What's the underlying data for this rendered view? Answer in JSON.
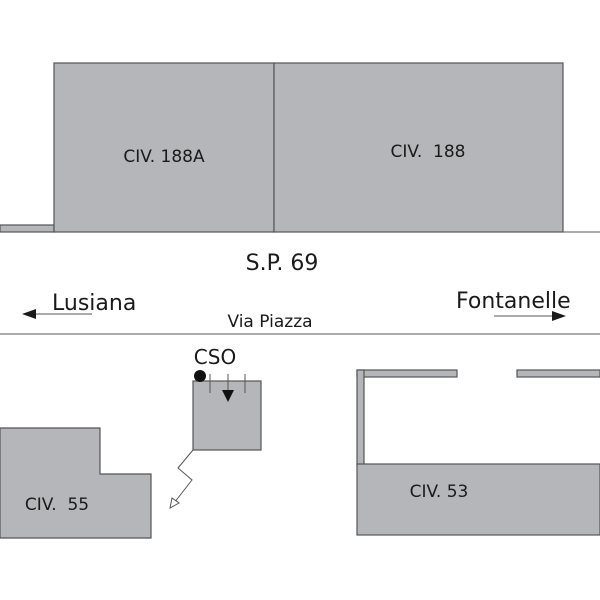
{
  "road": {
    "name": "S.P. 69",
    "street": "Via Piazza"
  },
  "directions": {
    "left": "Lusiana",
    "right": "Fontanelle"
  },
  "buildings": {
    "civ_188a": "CIV. 188A",
    "civ_188": "CIV.  188",
    "civ_55": "CIV.  55",
    "civ_53": "CIV. 53"
  },
  "cso": {
    "label": "CSO"
  },
  "colors": {
    "building_fill": "#b5b6b9",
    "outline": "#555555"
  }
}
